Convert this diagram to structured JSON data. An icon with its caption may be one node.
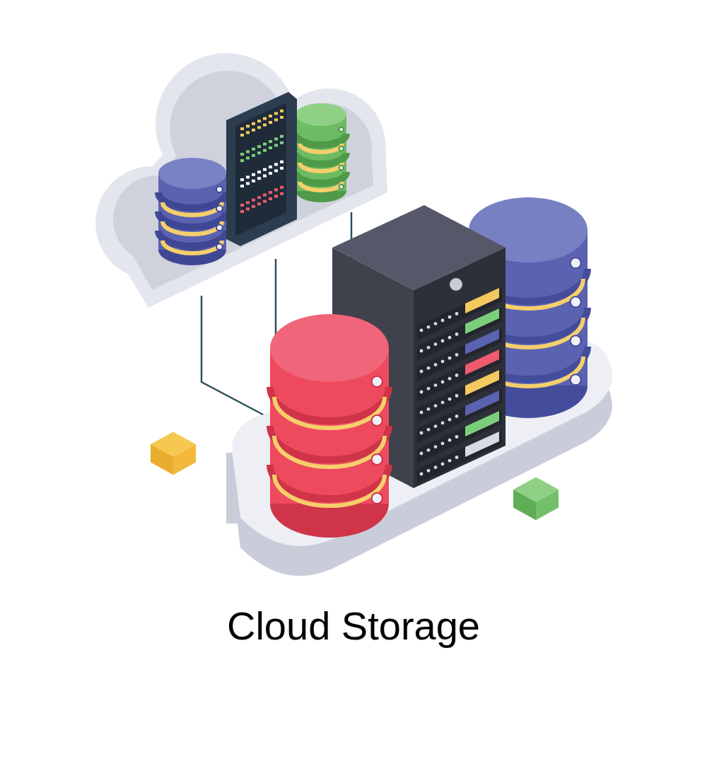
{
  "diagram": {
    "title": "Cloud Storage",
    "nodes": [
      {
        "text": [],
        "shape": "cloud"
      },
      {
        "text": [],
        "shape": "cloud"
      }
    ],
    "edges": [
      {
        "from": 0,
        "to": 1,
        "arrow": "none"
      },
      {
        "from": 0,
        "to": 1,
        "arrow": "none"
      },
      {
        "from": 0,
        "to": 1,
        "arrow": "none"
      }
    ]
  }
}
